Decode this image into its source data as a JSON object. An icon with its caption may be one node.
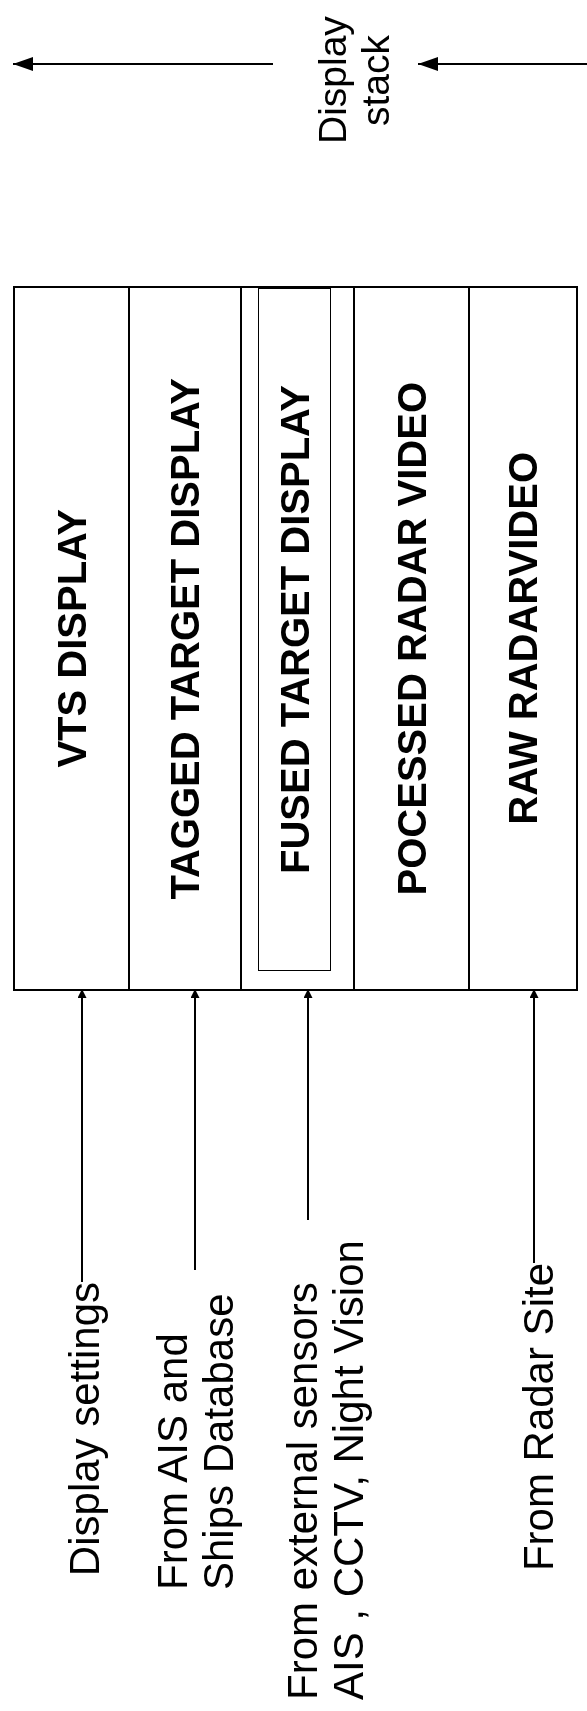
{
  "diagram": {
    "nodes": [
      {
        "text": [],
        "shape": "box"
      },
      {
        "text": [
          "VTS DISPLAY"
        ],
        "in": 0
      },
      {
        "text": [
          "TAGGED TARGET DISPLAY"
        ],
        "in": 0
      },
      {
        "text": [],
        "shape": "box",
        "in": 0
      },
      {
        "text": [
          "FUSED TARGET DISPLAY"
        ],
        "in": 3
      },
      {
        "text": [
          "POCESSED RADAR VIDEO"
        ],
        "in": 0
      },
      {
        "text": [
          "RAW RADARVIDEO"
        ],
        "in": 0
      },
      {
        "text": [
          "Display settings"
        ]
      },
      {
        "text": [
          "From AIS and Ships Database"
        ]
      },
      {
        "text": [
          "From external sensors AIS , CCTV, Night Vision"
        ]
      },
      {
        "text": [
          "From Radar Site"
        ]
      }
    ],
    "edges": [
      {
        "from": 7,
        "to": 1,
        "arrow": "to"
      },
      {
        "from": 8,
        "to": 2,
        "arrow": "to"
      },
      {
        "from": 9,
        "to": 3,
        "arrow": "to"
      },
      {
        "from": 10,
        "to": 6,
        "arrow": "to"
      }
    ],
    "labels": [
      "Display stack"
    ]
  }
}
